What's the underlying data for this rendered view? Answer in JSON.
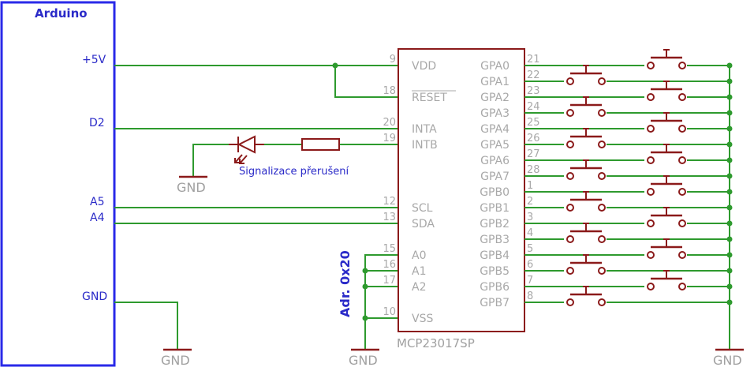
{
  "arduino": {
    "title": "Arduino",
    "pins": [
      {
        "label": "+5V"
      },
      {
        "label": "D2"
      },
      {
        "label": "A5"
      },
      {
        "label": "A4"
      },
      {
        "label": "GND"
      }
    ]
  },
  "chip": {
    "name": "MCP23017SP",
    "left_pins": [
      {
        "num": "9",
        "name": "VDD"
      },
      {
        "num": "18",
        "name": "RESET"
      },
      {
        "num": "20",
        "name": "INTA"
      },
      {
        "num": "19",
        "name": "INTB"
      },
      {
        "num": "12",
        "name": "SCL"
      },
      {
        "num": "13",
        "name": "SDA"
      },
      {
        "num": "15",
        "name": "A0"
      },
      {
        "num": "16",
        "name": "A1"
      },
      {
        "num": "17",
        "name": "A2"
      },
      {
        "num": "10",
        "name": "VSS"
      }
    ],
    "right_pins": [
      {
        "num": "21",
        "name": "GPA0"
      },
      {
        "num": "22",
        "name": "GPA1"
      },
      {
        "num": "23",
        "name": "GPA2"
      },
      {
        "num": "24",
        "name": "GPA3"
      },
      {
        "num": "25",
        "name": "GPA4"
      },
      {
        "num": "26",
        "name": "GPA5"
      },
      {
        "num": "27",
        "name": "GPA6"
      },
      {
        "num": "28",
        "name": "GPA7"
      },
      {
        "num": "1",
        "name": "GPB0"
      },
      {
        "num": "2",
        "name": "GPB1"
      },
      {
        "num": "3",
        "name": "GPB2"
      },
      {
        "num": "4",
        "name": "GPB3"
      },
      {
        "num": "5",
        "name": "GPB4"
      },
      {
        "num": "6",
        "name": "GPB5"
      },
      {
        "num": "7",
        "name": "GPB6"
      },
      {
        "num": "8",
        "name": "GPB7"
      }
    ]
  },
  "labels": {
    "led_caption": "Signalizace přerušení",
    "address": "Adr. 0x20",
    "gnd": "GND"
  },
  "colors": {
    "wire": "#2e9a2e",
    "component": "#8b1a1a",
    "arduino_border": "#2a2ae8",
    "text_blue": "#2a2ac8",
    "text_gray": "#a8a8a8"
  }
}
